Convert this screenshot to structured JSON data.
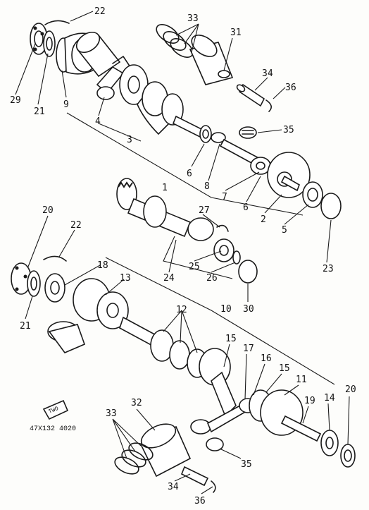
{
  "diagram": {
    "part_numbers": [
      {
        "id": "p22a",
        "text": "22"
      },
      {
        "id": "p33a",
        "text": "33"
      },
      {
        "id": "p31",
        "text": "31"
      },
      {
        "id": "p34a",
        "text": "34"
      },
      {
        "id": "p36a",
        "text": "36"
      },
      {
        "id": "p29",
        "text": "29"
      },
      {
        "id": "p21a",
        "text": "21"
      },
      {
        "id": "p9",
        "text": "9"
      },
      {
        "id": "p4",
        "text": "4"
      },
      {
        "id": "p3",
        "text": "3"
      },
      {
        "id": "p35a",
        "text": "35"
      },
      {
        "id": "p6a",
        "text": "6"
      },
      {
        "id": "p8",
        "text": "8"
      },
      {
        "id": "p7",
        "text": "7"
      },
      {
        "id": "p1",
        "text": "1"
      },
      {
        "id": "p6b",
        "text": "6"
      },
      {
        "id": "p2",
        "text": "2"
      },
      {
        "id": "p5",
        "text": "5"
      },
      {
        "id": "p27",
        "text": "27"
      },
      {
        "id": "p20a",
        "text": "20"
      },
      {
        "id": "p22b",
        "text": "22"
      },
      {
        "id": "p23",
        "text": "23"
      },
      {
        "id": "p24",
        "text": "24"
      },
      {
        "id": "p25",
        "text": "25"
      },
      {
        "id": "p26",
        "text": "26"
      },
      {
        "id": "p18",
        "text": "18"
      },
      {
        "id": "p13",
        "text": "13"
      },
      {
        "id": "p30",
        "text": "30"
      },
      {
        "id": "p12",
        "text": "12"
      },
      {
        "id": "p10",
        "text": "10"
      },
      {
        "id": "p21b",
        "text": "21"
      },
      {
        "id": "p15a",
        "text": "15"
      },
      {
        "id": "p17",
        "text": "17"
      },
      {
        "id": "p16",
        "text": "16"
      },
      {
        "id": "p15b",
        "text": "15"
      },
      {
        "id": "p11",
        "text": "11"
      },
      {
        "id": "p20b",
        "text": "20"
      },
      {
        "id": "p19",
        "text": "19"
      },
      {
        "id": "p14",
        "text": "14"
      },
      {
        "id": "p33b",
        "text": "33"
      },
      {
        "id": "p32",
        "text": "32"
      },
      {
        "id": "p35b",
        "text": "35"
      },
      {
        "id": "p34b",
        "text": "34"
      },
      {
        "id": "p36b",
        "text": "36"
      }
    ],
    "footer_code": "47X132 4020",
    "badge_text": "TWO"
  }
}
